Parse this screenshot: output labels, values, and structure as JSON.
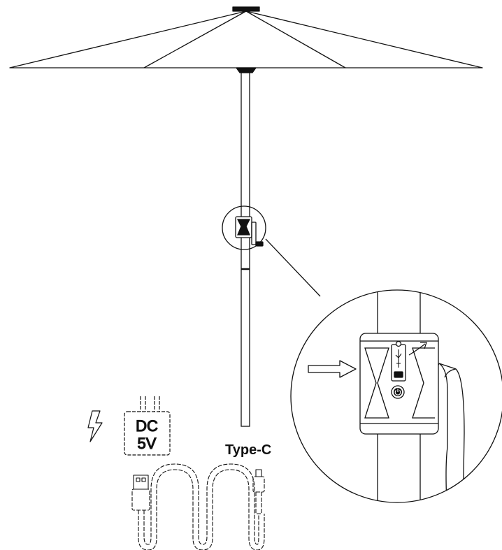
{
  "adapter": {
    "line1": "DC",
    "line2": "5V"
  },
  "connector_label": "Type-C",
  "icons": {
    "power": "lightning-bolt-icon",
    "button": "power-button-icon",
    "arrow": "arrow-icon"
  },
  "colors": {
    "stroke": "#111111",
    "background": "#ffffff"
  }
}
